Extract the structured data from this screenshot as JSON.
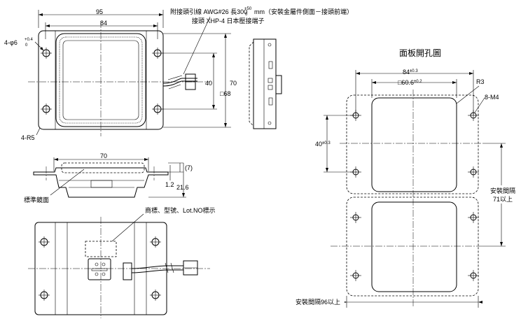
{
  "top_view": {
    "dim_width": "95",
    "dim_inner": "84",
    "dim_height": "70",
    "dim_pitch_v": "40",
    "dim_square_prefix": "□",
    "dim_square": "68",
    "hole_prefix": "4-φ6",
    "hole_tol_upper": "+0.4",
    "hole_tol_lower": "0",
    "radius": "4-R5",
    "lead_line1_a": "附接頭引線 AWG#26 長300",
    "lead_tol_upper": "+50",
    "lead_tol_lower": "0",
    "lead_line1_b": "mm（安裝金屬件側面－接頭前端）",
    "lead_line2": "接頭 XHP-4 日本壓接端子"
  },
  "side_view": {
    "dim_width": "70",
    "dim_7": "(7)",
    "dim_12": "1.2",
    "dim_216": "21.6",
    "ref_surface": "標準鏡面"
  },
  "bottom_view": {
    "label_note": "商標、型號、Lot.NO標示"
  },
  "panel_cutout": {
    "title": "面板開孔圖",
    "dim_84_base": "84",
    "dim_84_tol": "±0.3",
    "dim_sq_base": "□60.6",
    "dim_sq_tol": "±0.2",
    "dim_r": "R3",
    "dim_holes": "8-M4",
    "dim_40_base": "40",
    "dim_40_tol": "±0.3",
    "spacing_v_line1": "安裝間隔",
    "spacing_v_line2": "71以上",
    "spacing_h": "安裝間隔96以上"
  }
}
